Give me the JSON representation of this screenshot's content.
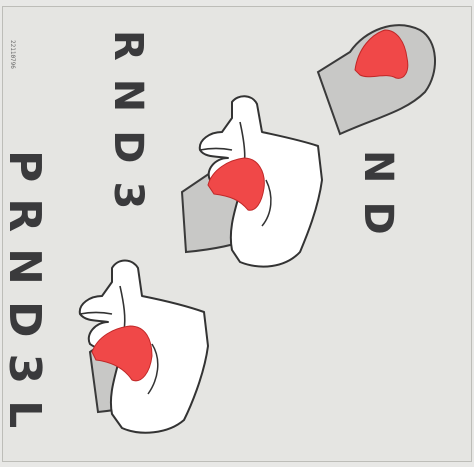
{
  "figure": {
    "code": "22110796",
    "labels": {
      "top": "ND",
      "middle": "RND3",
      "bottom": "PRND3L"
    }
  },
  "colors": {
    "background": "#e5e5e2",
    "gate_fill": "#c8c8c6",
    "gate_stroke": "#3a3a3a",
    "highlight": "#f04848",
    "text": "#3a3a3c"
  }
}
